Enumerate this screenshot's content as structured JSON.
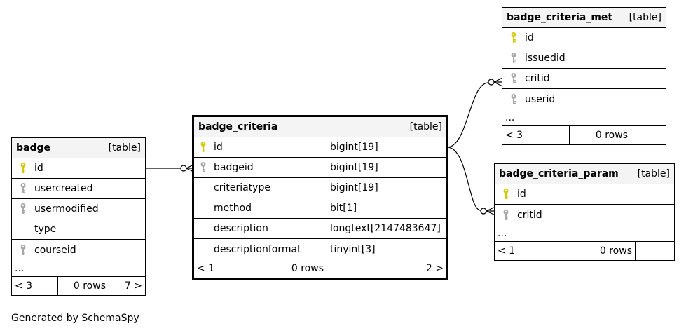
{
  "footer": "Generated by SchemaSpy",
  "ellipsis": "...",
  "tables": [
    {
      "id": "badge",
      "name": "badge",
      "kind": "[table]",
      "columns": [
        {
          "name": "id",
          "key": "primary"
        },
        {
          "name": "usercreated",
          "key": "foreign"
        },
        {
          "name": "usermodified",
          "key": "foreign"
        },
        {
          "name": "type",
          "key": "none"
        },
        {
          "name": "courseid",
          "key": "foreign"
        }
      ],
      "footer": {
        "parents": "< 3",
        "rows": "0 rows",
        "children": "7 >"
      }
    },
    {
      "id": "badge_criteria",
      "name": "badge_criteria",
      "kind": "[table]",
      "columns": [
        {
          "name": "id",
          "type": "bigint[19]",
          "key": "primary"
        },
        {
          "name": "badgeid",
          "type": "bigint[19]",
          "key": "foreign"
        },
        {
          "name": "criteriatype",
          "type": "bigint[19]",
          "key": "none"
        },
        {
          "name": "method",
          "type": "bit[1]",
          "key": "none"
        },
        {
          "name": "description",
          "type": "longtext[2147483647]",
          "key": "none"
        },
        {
          "name": "descriptionformat",
          "type": "tinyint[3]",
          "key": "none"
        }
      ],
      "footer": {
        "parents": "< 1",
        "rows": "0 rows",
        "children": "2 >"
      }
    },
    {
      "id": "badge_criteria_met",
      "name": "badge_criteria_met",
      "kind": "[table]",
      "columns": [
        {
          "name": "id",
          "key": "primary"
        },
        {
          "name": "issuedid",
          "key": "foreign"
        },
        {
          "name": "critid",
          "key": "foreign"
        },
        {
          "name": "userid",
          "key": "foreign"
        }
      ],
      "footer": {
        "parents": "< 3",
        "rows": "0 rows",
        "children": ""
      }
    },
    {
      "id": "badge_criteria_param",
      "name": "badge_criteria_param",
      "kind": "[table]",
      "columns": [
        {
          "name": "id",
          "key": "primary"
        },
        {
          "name": "critid",
          "key": "foreign"
        }
      ],
      "footer": {
        "parents": "< 1",
        "rows": "0 rows",
        "children": ""
      }
    }
  ],
  "colors": {
    "primary_key": "#d4c800",
    "foreign_key": "#a8a8a8",
    "header_bg": "#f4f4f4",
    "line": "#000000"
  },
  "icons": {
    "primary": "primary-key-icon",
    "foreign": "foreign-key-icon"
  }
}
